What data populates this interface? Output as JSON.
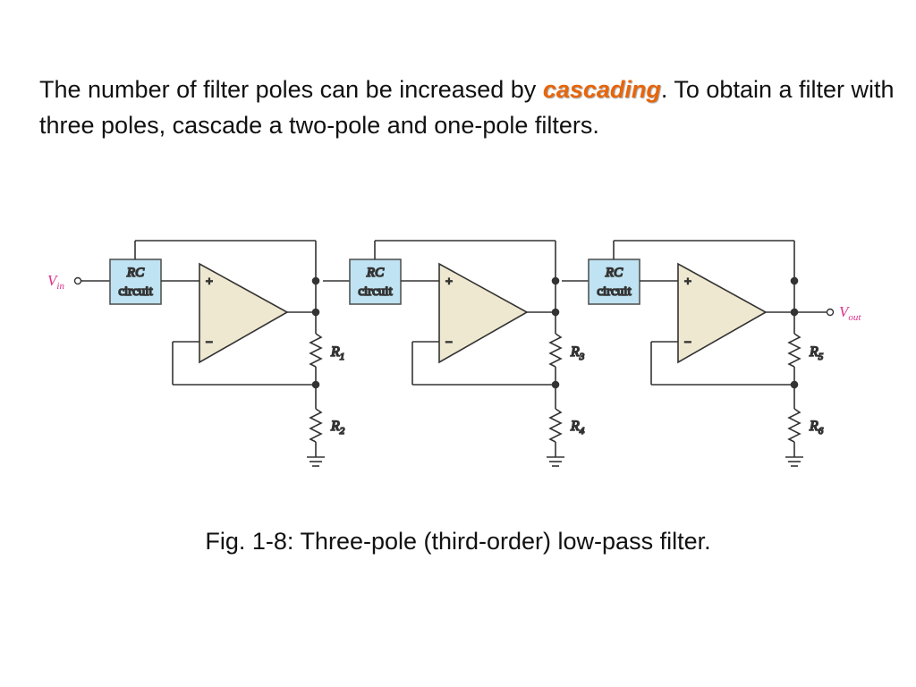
{
  "intro": {
    "part1": "The number of filter poles can be increased by ",
    "highlight": "cascading",
    "part2": ". To obtain a filter with three poles, cascade a two-pole and one-pole filters."
  },
  "diagram": {
    "input_label": {
      "main": "V",
      "sub": "in"
    },
    "output_label": {
      "main": "V",
      "sub": "out"
    },
    "rc_block": {
      "line1": "RC",
      "line2": "circuit"
    },
    "plus": "+",
    "minus": "−",
    "stages": [
      {
        "r_upper": {
          "main": "R",
          "sub": "1"
        },
        "r_lower": {
          "main": "R",
          "sub": "2"
        }
      },
      {
        "r_upper": {
          "main": "R",
          "sub": "3"
        },
        "r_lower": {
          "main": "R",
          "sub": "4"
        }
      },
      {
        "r_upper": {
          "main": "R",
          "sub": "5"
        },
        "r_lower": {
          "main": "R",
          "sub": "6"
        }
      }
    ],
    "colors": {
      "wire": "#333333",
      "label": "#e0308a",
      "rc_fill": "#bfe3f2",
      "rc_stroke": "#555555",
      "opamp_fill": "#efe8d0",
      "opamp_stroke": "#333333"
    }
  },
  "caption": "Fig. 1-8: Three-pole (third-order) low-pass filter."
}
